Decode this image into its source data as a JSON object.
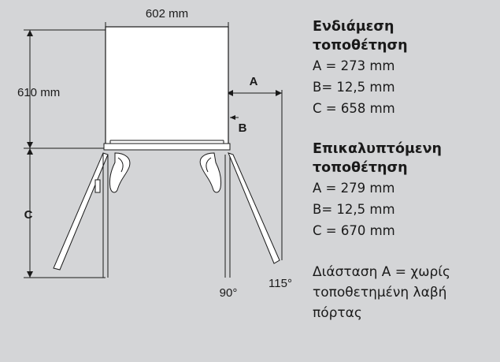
{
  "diagram": {
    "width_label": "602 mm",
    "height_label": "610 mm",
    "dim_a": "A",
    "dim_b": "B",
    "dim_c": "C",
    "angle_90": "90°",
    "angle_115": "115°"
  },
  "specs": {
    "integrated": {
      "title": "Ενδιάμεση\nτοποθέτηση",
      "a": "A = 273 mm",
      "b": "B= 12,5 mm",
      "c": "C = 658 mm"
    },
    "overlay": {
      "title": "Επικαλυπτόμενη\nτοποθέτηση",
      "a": "A = 279 mm",
      "b": "B= 12,5 mm",
      "c": "C = 670 mm"
    },
    "note": "Διάσταση A = χωρίς\nτοποθετημένη λαβή\nπόρτας"
  }
}
